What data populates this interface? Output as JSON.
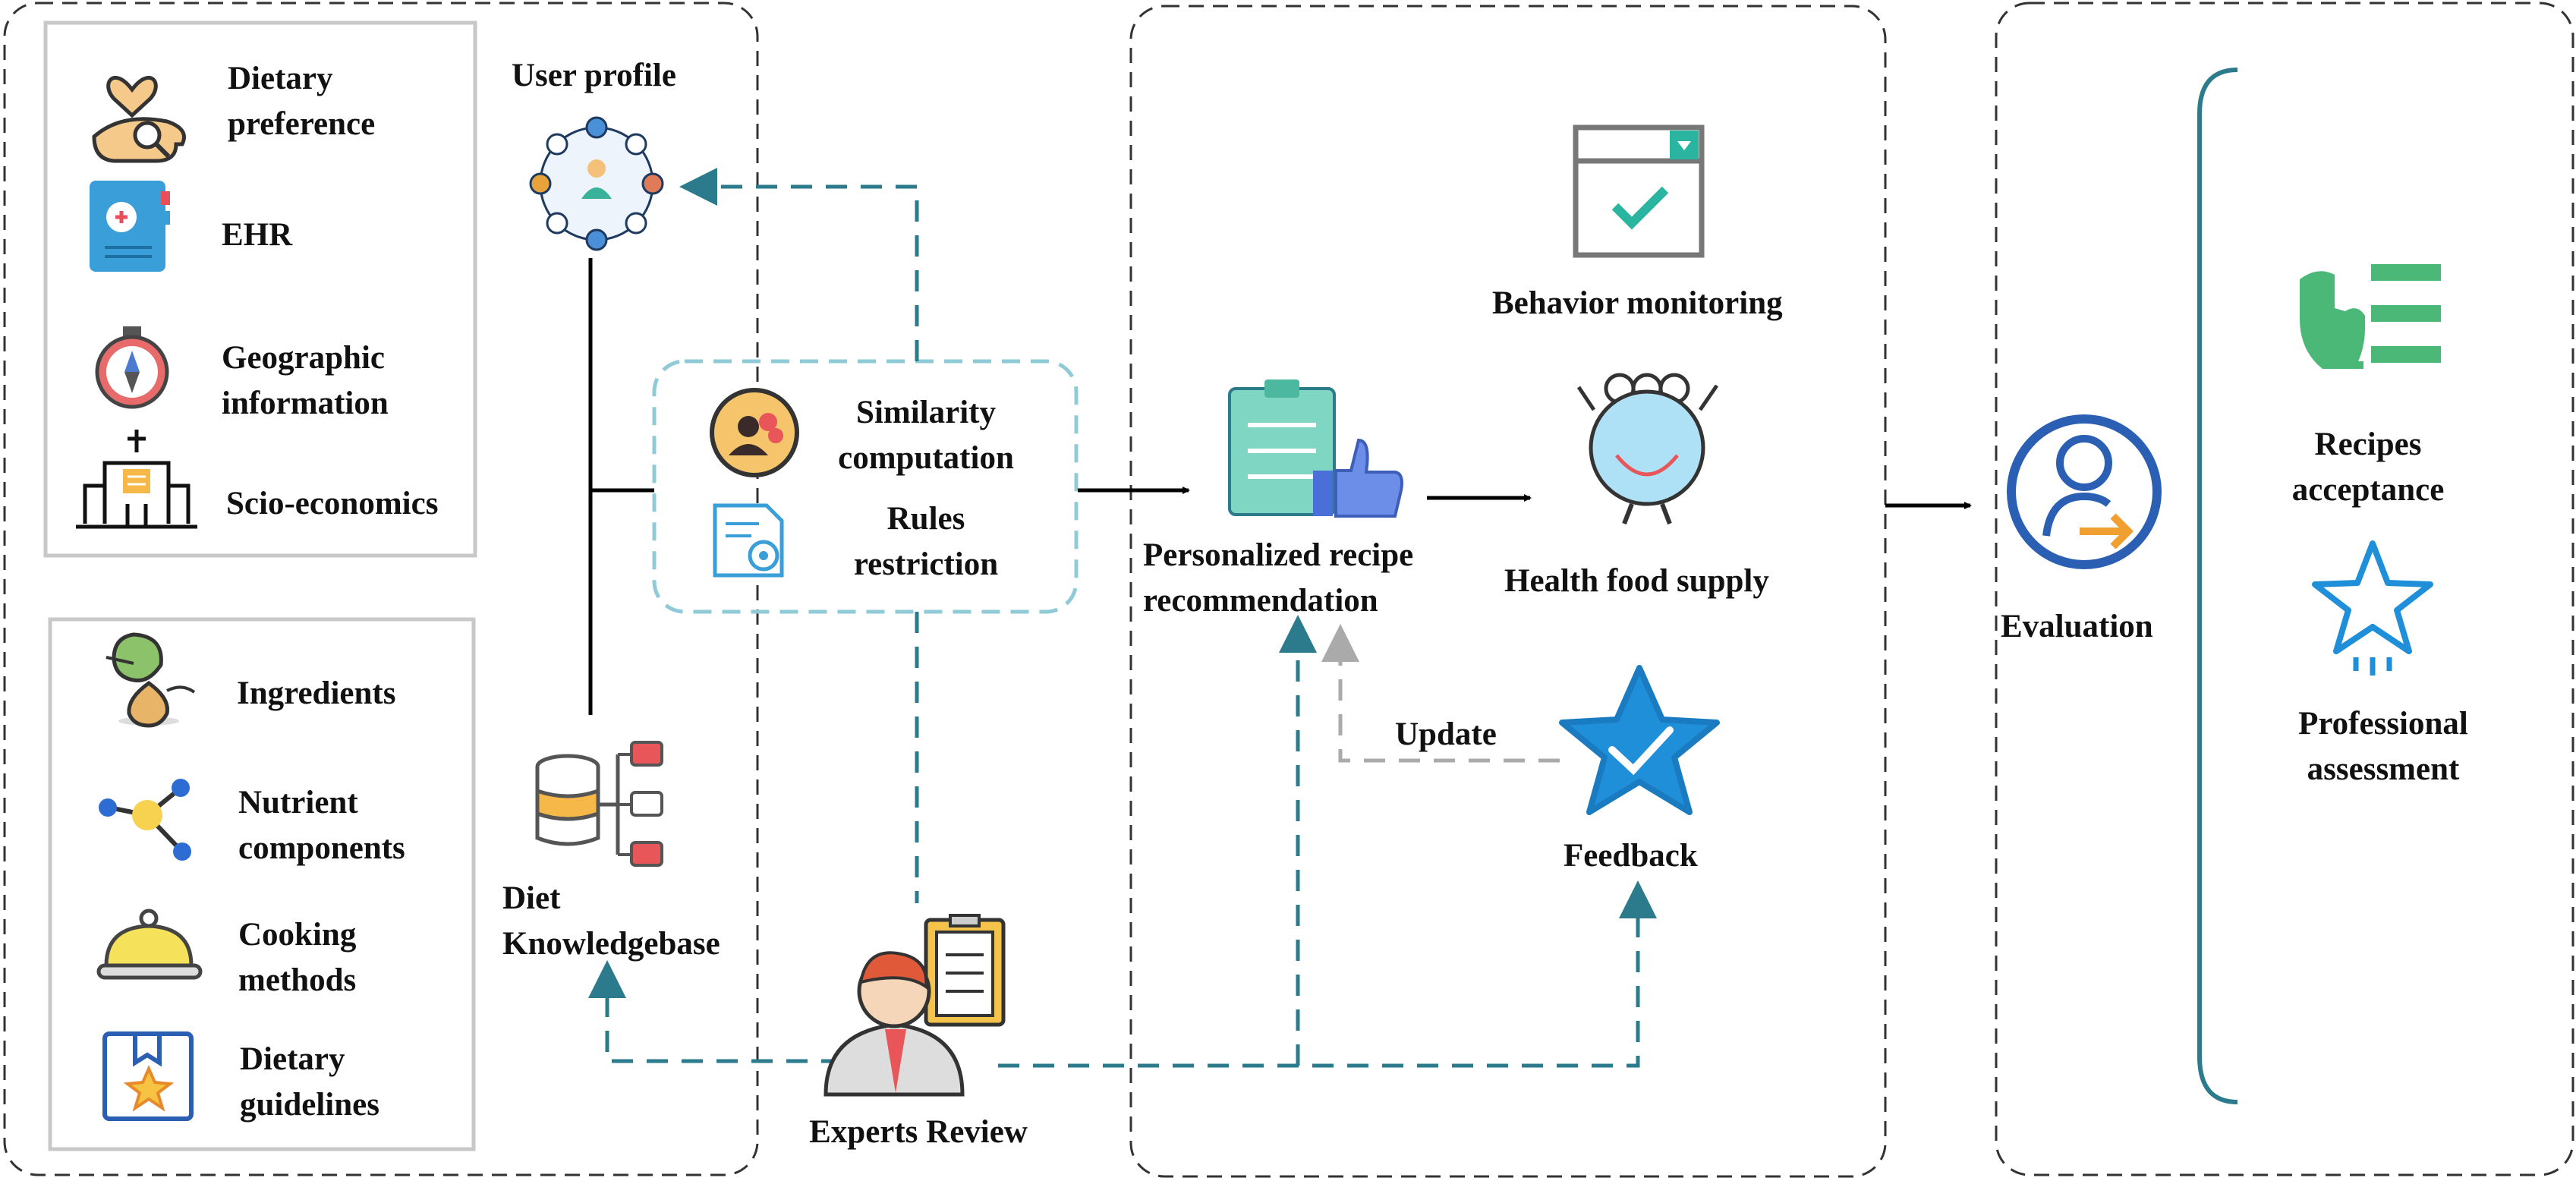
{
  "colors": {
    "teal": "#2b7b8c",
    "panel_border": "#333333",
    "gray_box": "#c8c8c8",
    "similarity_box": "#8fcbd6",
    "arrow_black": "#000000",
    "arrow_gray": "#aaaaaa"
  },
  "icons": [
    "heart-hand-icon",
    "ehr-folder-icon",
    "compass-icon",
    "hospital-building-icon",
    "user-network-icon",
    "ingredients-fruit-icon",
    "molecule-icon",
    "cloche-icon",
    "guideline-bookmark-icon",
    "database-icon",
    "similarity-user-icon",
    "rules-gear-icon",
    "expert-reviewer-icon",
    "clipboard-thumbs-up-icon",
    "browser-check-icon",
    "plate-character-icon",
    "feedback-star-icon",
    "evaluation-user-icon",
    "hand-list-icon",
    "star-rating-icon"
  ],
  "left_panel": {
    "user_profile_items": {
      "dietary_preference": [
        "Dietary",
        "preference"
      ],
      "ehr": "EHR",
      "geographic_information": [
        "Geographic",
        "information"
      ],
      "socio_economics": "Scio-economics"
    },
    "user_profile_title": "User profile",
    "knowledge_items": {
      "ingredients": "Ingredients",
      "nutrient_components": [
        "Nutrient",
        "components"
      ],
      "cooking_methods": [
        "Cooking",
        "methods"
      ],
      "dietary_guidelines": [
        "Dietary",
        "guidelines"
      ]
    },
    "knowledgebase_title": [
      "Diet",
      "Knowledgebase"
    ]
  },
  "center": {
    "similarity": [
      "Similarity",
      "computation"
    ],
    "rules": [
      "Rules",
      "restriction"
    ],
    "experts_review": "Experts Review"
  },
  "middle_panel": {
    "recommendation": [
      "Personalized recipe",
      "recommendation"
    ],
    "behavior_monitoring": "Behavior monitoring",
    "health_food_supply": "Health food supply",
    "update": "Update",
    "feedback": "Feedback"
  },
  "right_panel": {
    "evaluation": "Evaluation",
    "recipes_acceptance": [
      "Recipes",
      "acceptance"
    ],
    "professional_assessment": [
      "Professional",
      "assessment"
    ]
  }
}
